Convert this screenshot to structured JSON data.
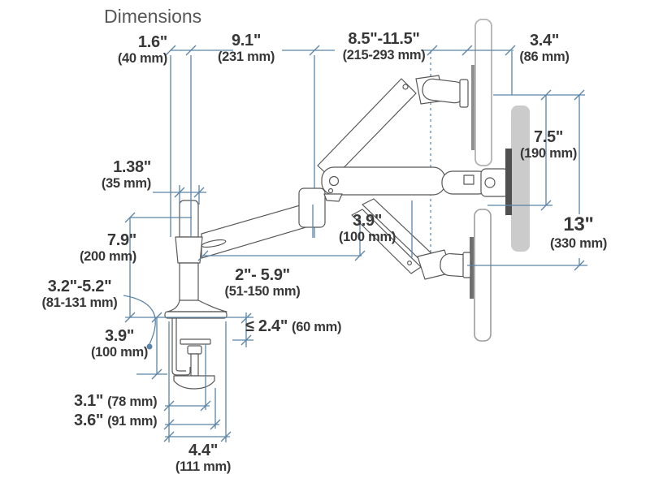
{
  "title": "Dimensions",
  "colors": {
    "dimension_line": "#5b84a8",
    "drawing_line": "#585858",
    "label_text": "#383838",
    "title_text": "#575757",
    "monitor_outline": "#b3b3b3",
    "monitor_silhouette": "#cbcbcb",
    "vesa_plate": "#4f4f4f"
  },
  "labels": {
    "cap_width": {
      "inches": "1.6\"",
      "mm": "(40 mm)"
    },
    "arm_span": {
      "inches": "9.1\"",
      "mm": "(231 mm)"
    },
    "lift_range": {
      "inches": "8.5\"-11.5\"",
      "mm": "(215-293 mm)"
    },
    "mount_depth": {
      "inches": "3.4\"",
      "mm": "(86 mm)"
    },
    "pole_diameter": {
      "inches": "1.38\"",
      "mm": "(35 mm)"
    },
    "pole_height": {
      "inches": "7.9\"",
      "mm": "(200 mm)"
    },
    "riser_offset": {
      "inches": "3.9\"",
      "mm": "(100 mm)"
    },
    "screen_travel": {
      "inches": "7.5\"",
      "mm": "(190 mm)"
    },
    "total_travel": {
      "inches": "13\"",
      "mm": "(330 mm)"
    },
    "clamp_height": {
      "inches": "3.2\"-5.2\"",
      "mm": "(81-131 mm)"
    },
    "under_desk": {
      "inches": "3.9\"",
      "mm": "(100 mm)"
    },
    "extension_range": {
      "inches": "2\"- 5.9\"",
      "mm": "(51-150 mm)"
    },
    "desk_thickness": {
      "inches": "≤ 2.4\"",
      "mm": "(60 mm)"
    },
    "clamp_plate": {
      "inches": "3.1\"",
      "mm": "(78 mm)"
    },
    "clamp_pad": {
      "inches": "3.6\"",
      "mm": "(91 mm)"
    },
    "base_width": {
      "inches": "4.4\"",
      "mm": "(111 mm)"
    }
  }
}
